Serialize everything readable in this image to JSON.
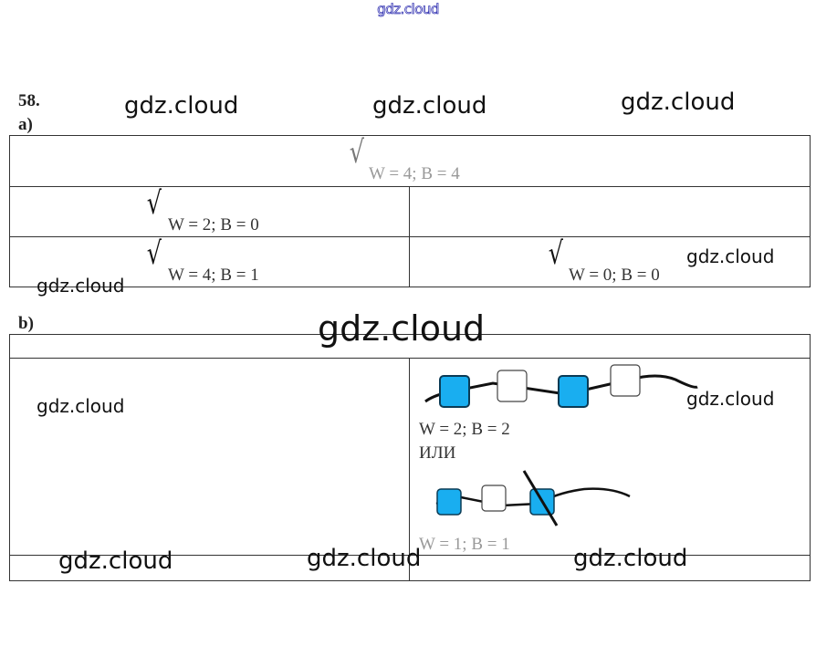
{
  "header": {
    "site": "gdz.cloud"
  },
  "task": {
    "number": "58.",
    "part_a_label": "a)",
    "part_b_label": "b)"
  },
  "watermark": "gdz.cloud",
  "part_a": {
    "row1": {
      "answer": "W = 4; B = 4"
    },
    "row2_left": {
      "answer": "W = 2; B = 0"
    },
    "row3_left": {
      "answer": "W = 4; B = 1"
    },
    "row3_right": {
      "answer": "W = 0; B = 0"
    }
  },
  "part_b": {
    "option1": {
      "answer": "W = 2; B = 2",
      "beads": [
        "blue",
        "white",
        "blue",
        "white"
      ]
    },
    "separator": "ИЛИ",
    "option2": {
      "answer": "W = 1; B = 1",
      "beads": [
        "blue",
        "white",
        "blue"
      ],
      "cut": true
    }
  },
  "colors": {
    "bead_blue": "#19aef0",
    "bead_white": "#ffffff",
    "header_blue": "#3b3bb5"
  }
}
